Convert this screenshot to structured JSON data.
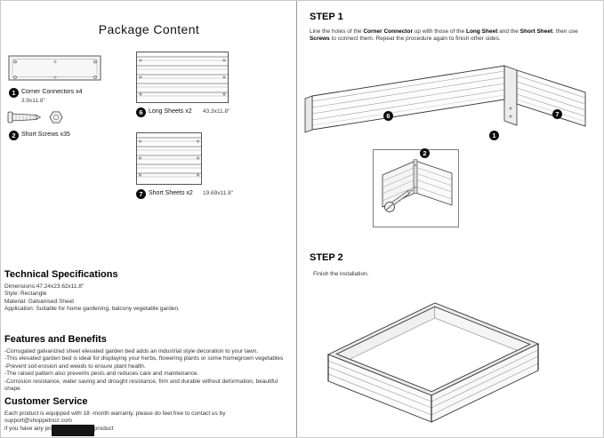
{
  "left": {
    "title": "Package Content",
    "parts": {
      "connector": {
        "num": "1",
        "label": "Corner Connectors x4",
        "size": "3.9x11.8\""
      },
      "screws": {
        "num": "2",
        "label": "Short Screws x35"
      },
      "long_sheet": {
        "num": "6",
        "label": "Long Sheets x2",
        "size": "43.3x11.8\""
      },
      "short_sheet": {
        "num": "7",
        "label": "Short Sheets x2",
        "size": "19.69x11.8\""
      }
    },
    "tech": {
      "title": "Technical Specifications",
      "lines": [
        "Dimensions:47.24x23.62x11.8\"",
        "Style: Rectangle",
        "Material: Galvanised Sheet",
        "Application: Suitable for home gardening, balcony vegetable garden."
      ]
    },
    "features": {
      "title": "Features and Benefits",
      "lines": [
        "-Corrugated galvanized sheet elevated garden bed adds an industrial style decoration to your lawn.",
        "-This elevated garden bed is ideal for displaying your herbs, flowering plants or some homegrown vegetables",
        "-Prevent soil erosion and weeds to ensure plant health.",
        "-The raised pattern also prevents pests and reduces care and maintenance.",
        "-Corrosion resistance, water saving and drought resistance, firm and durable without deformation, beautiful shape"
      ]
    },
    "service": {
      "title": "Customer Service",
      "lines": [
        "Each product is equipped with 18 -month warranty, please do feel free to contact us by support@shoppetnoz.com",
        "if you have any problem about this product"
      ]
    }
  },
  "right": {
    "step1": {
      "title": "STEP 1",
      "text": {
        "s1": "Line the holes of the ",
        "b1": "Corner Connector",
        "s2": " up with those of the ",
        "b2": "Long Sheet",
        "s3": " and the ",
        "b3": "Short Sheet",
        "s4": ", then use ",
        "b4": "Screws",
        "s5": " to connect them. Repeat the procedure again to finish other sides."
      },
      "callouts": {
        "long_sheet": "6",
        "connector": "1",
        "short_sheet": "7",
        "screw": "2"
      }
    },
    "step2": {
      "title": "STEP 2",
      "text": "Finish the installation."
    }
  }
}
